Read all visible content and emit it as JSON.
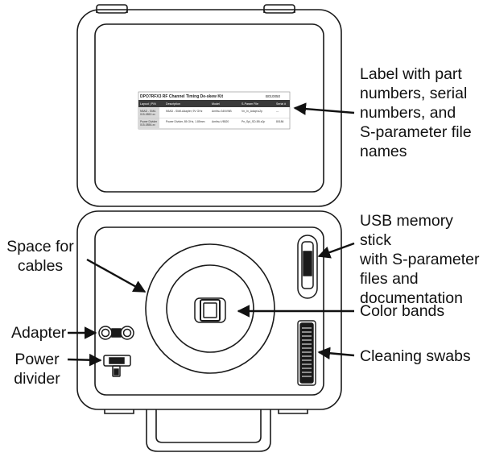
{
  "callouts": {
    "label_info": "Label with part\nnumbers, serial\nnumbers, and\nS-parameter file\nnames",
    "usb_stick": "USB memory stick\nwith S-parameter\nfiles and\ndocumentation",
    "color_bands": "Color bands",
    "cleaning_swabs": "Cleaning swabs",
    "space_for_cables": "Space for\ncables",
    "adapter": "Adapter",
    "power_divider": "Power\ndivider"
  },
  "kit_label": {
    "title": "DPO7RFX3 RF Channel Timing De-skew Kit",
    "number": "B010050",
    "columns": [
      "Layout | P/N",
      "Description",
      "Model",
      "S-Param File",
      "Serial #"
    ],
    "rows": [
      [
        "N5AD - SMA\n015-0852-xx",
        "N5AD - SMA Adapter, 9V GHz",
        "Anritsu 34NVNB",
        "Vn_In_Adapt.s2p",
        "---"
      ],
      [
        "Power Divider\n015-0856-xx",
        "Power Divider, 85 GHz, 1.85mm",
        "Anritsu V8520",
        "Pn_Spl_SD-5B.s2p",
        "80186"
      ]
    ]
  },
  "colors": {
    "outline": "#1a1a1a",
    "arrow": "#111111",
    "label_header": "#3a3a3a",
    "label_shade": "#d9d9d9"
  }
}
